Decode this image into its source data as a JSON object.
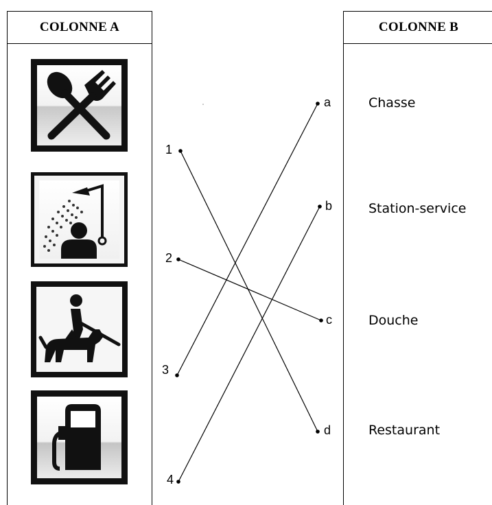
{
  "column_a": {
    "header": "COLONNE A",
    "pictograms": [
      "restaurant-icon",
      "shower-icon",
      "hunting-icon",
      "fuel-pump-icon"
    ]
  },
  "column_b": {
    "header": "COLONNE B",
    "words": [
      "Chasse",
      "Station-service",
      "Douche",
      "Restaurant"
    ]
  },
  "numbers": [
    "1",
    "2",
    "3",
    "4"
  ],
  "letters": [
    "a",
    "b",
    "c",
    "d"
  ],
  "matches": [
    {
      "from": "1",
      "to": "d"
    },
    {
      "from": "2",
      "to": "c"
    },
    {
      "from": "3",
      "to": "a"
    },
    {
      "from": "4",
      "to": "b"
    }
  ]
}
